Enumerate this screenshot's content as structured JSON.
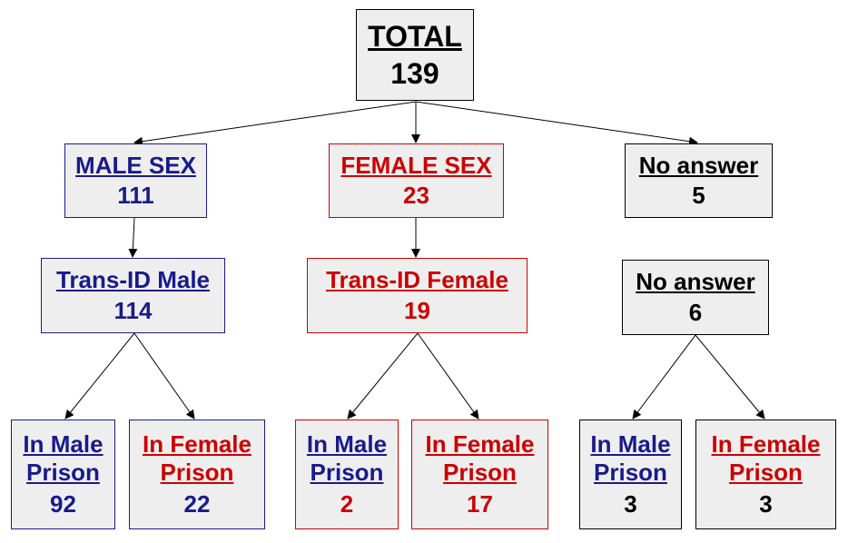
{
  "colors": {
    "male": "#1a1a8c",
    "female": "#cc0000",
    "neutral": "#000000",
    "box_fill": "#eeeeee"
  },
  "nodes": {
    "total": {
      "label": "TOTAL",
      "value": "139"
    },
    "male_sex": {
      "label": "MALE SEX",
      "value": "111"
    },
    "female_sex": {
      "label": "FEMALE SEX",
      "value": "23"
    },
    "no_answer_sex": {
      "label": "No answer",
      "value": "5"
    },
    "trans_id_male": {
      "label": "Trans-ID Male",
      "value": "114"
    },
    "trans_id_female": {
      "label": "Trans-ID Female",
      "value": "19"
    },
    "no_answer_id": {
      "label": "No answer",
      "value": "6"
    },
    "tm_male_prison": {
      "label_line1": "In Male",
      "label_line2": "Prison",
      "value": "92"
    },
    "tm_female_prison": {
      "label_line1": "In Female",
      "label_line2": "Prison",
      "value": "22"
    },
    "tf_male_prison": {
      "label_line1": "In Male",
      "label_line2": "Prison",
      "value": "2"
    },
    "tf_female_prison": {
      "label_line1": "In Female",
      "label_line2": "Prison",
      "value": "17"
    },
    "na_male_prison": {
      "label_line1": "In Male",
      "label_line2": "Prison",
      "value": "3"
    },
    "na_female_prison": {
      "label_line1": "In Female",
      "label_line2": "Prison",
      "value": "3"
    }
  }
}
